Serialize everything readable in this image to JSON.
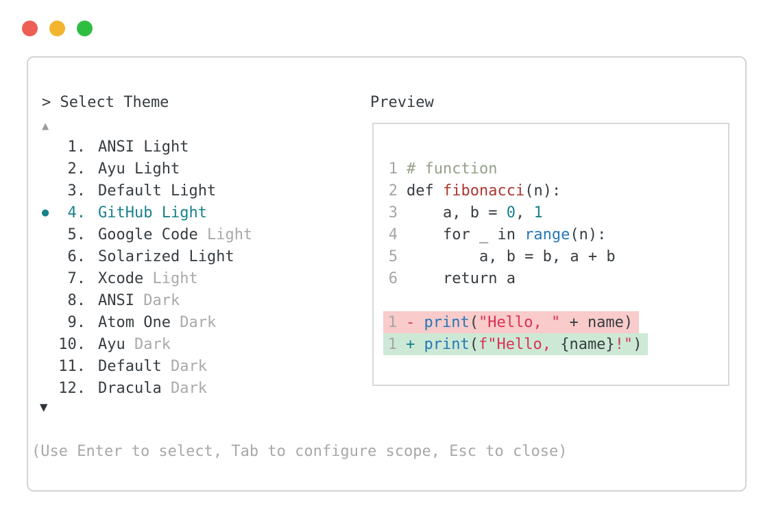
{
  "window": {
    "dots": [
      {
        "name": "close",
        "color": "#ee5e55"
      },
      {
        "name": "minimize",
        "color": "#f3b52f"
      },
      {
        "name": "maximize",
        "color": "#2dbe41"
      }
    ]
  },
  "palette": {
    "text_dark": "#363c41",
    "text_muted": "#a8a8a8",
    "accent_teal": "#17818a",
    "comment_green": "#95a089",
    "function_red": "#aa3733",
    "keyword_blue": "#2577b5",
    "string_crimson": "#d93355",
    "diff_delete_bg": "#f9cbcb",
    "diff_add_bg": "#cde9d6",
    "border_gray": "#d4d4d4"
  },
  "selector": {
    "prompt": "> Select Theme",
    "scroll_up": "▲",
    "scroll_down": "▼",
    "items": [
      {
        "number": "1.",
        "name": "ANSI",
        "variant": "Light",
        "variant_muted": false,
        "selected": false
      },
      {
        "number": "2.",
        "name": "Ayu",
        "variant": "Light",
        "variant_muted": false,
        "selected": false
      },
      {
        "number": "3.",
        "name": "Default",
        "variant": "Light",
        "variant_muted": false,
        "selected": false
      },
      {
        "number": "4.",
        "name": "GitHub",
        "variant": "Light",
        "variant_muted": false,
        "selected": true
      },
      {
        "number": "5.",
        "name": "Google Code",
        "variant": "Light",
        "variant_muted": true,
        "selected": false
      },
      {
        "number": "6.",
        "name": "Solarized",
        "variant": "Light",
        "variant_muted": false,
        "selected": false
      },
      {
        "number": "7.",
        "name": "Xcode",
        "variant": "Light",
        "variant_muted": true,
        "selected": false
      },
      {
        "number": "8.",
        "name": "ANSI",
        "variant": "Dark",
        "variant_muted": true,
        "selected": false
      },
      {
        "number": "9.",
        "name": "Atom One",
        "variant": "Dark",
        "variant_muted": true,
        "selected": false
      },
      {
        "number": "10.",
        "name": "Ayu",
        "variant": "Dark",
        "variant_muted": true,
        "selected": false
      },
      {
        "number": "11.",
        "name": "Default",
        "variant": "Dark",
        "variant_muted": true,
        "selected": false
      },
      {
        "number": "12.",
        "name": "Dracula",
        "variant": "Dark",
        "variant_muted": true,
        "selected": false
      }
    ],
    "selected_bullet": "●",
    "footer": "(Use Enter to select, Tab to configure scope, Esc to close)"
  },
  "preview": {
    "title": "Preview",
    "code_lines": [
      {
        "num": "1",
        "tokens": [
          {
            "t": "# function",
            "c": "comment"
          }
        ]
      },
      {
        "num": "2",
        "tokens": [
          {
            "t": "def ",
            "c": "dark"
          },
          {
            "t": "fibonacci",
            "c": "func"
          },
          {
            "t": "(n):",
            "c": "dark"
          }
        ]
      },
      {
        "num": "3",
        "tokens": [
          {
            "t": "    a, b = ",
            "c": "dark"
          },
          {
            "t": "0",
            "c": "teal"
          },
          {
            "t": ", ",
            "c": "dark"
          },
          {
            "t": "1",
            "c": "teal"
          }
        ]
      },
      {
        "num": "4",
        "tokens": [
          {
            "t": "    for _ in ",
            "c": "dark"
          },
          {
            "t": "range",
            "c": "blue"
          },
          {
            "t": "(n):",
            "c": "dark"
          }
        ]
      },
      {
        "num": "5",
        "tokens": [
          {
            "t": "        a, b = b, a + b",
            "c": "dark"
          }
        ]
      },
      {
        "num": "6",
        "tokens": [
          {
            "t": "    return a",
            "c": "dark"
          }
        ]
      }
    ],
    "diff_lines": [
      {
        "num": "1",
        "type": "del",
        "tokens": [
          {
            "t": "- ",
            "c": "string"
          },
          {
            "t": "print",
            "c": "blue"
          },
          {
            "t": "(",
            "c": "dark"
          },
          {
            "t": "\"Hello, \"",
            "c": "string"
          },
          {
            "t": " + name)",
            "c": "dark"
          }
        ]
      },
      {
        "num": "1",
        "type": "add",
        "tokens": [
          {
            "t": "+ ",
            "c": "teal"
          },
          {
            "t": "print",
            "c": "blue"
          },
          {
            "t": "(",
            "c": "dark"
          },
          {
            "t": "f\"Hello, ",
            "c": "string"
          },
          {
            "t": "{name}",
            "c": "dark"
          },
          {
            "t": "!\"",
            "c": "string"
          },
          {
            "t": ")",
            "c": "dark"
          }
        ]
      }
    ]
  }
}
